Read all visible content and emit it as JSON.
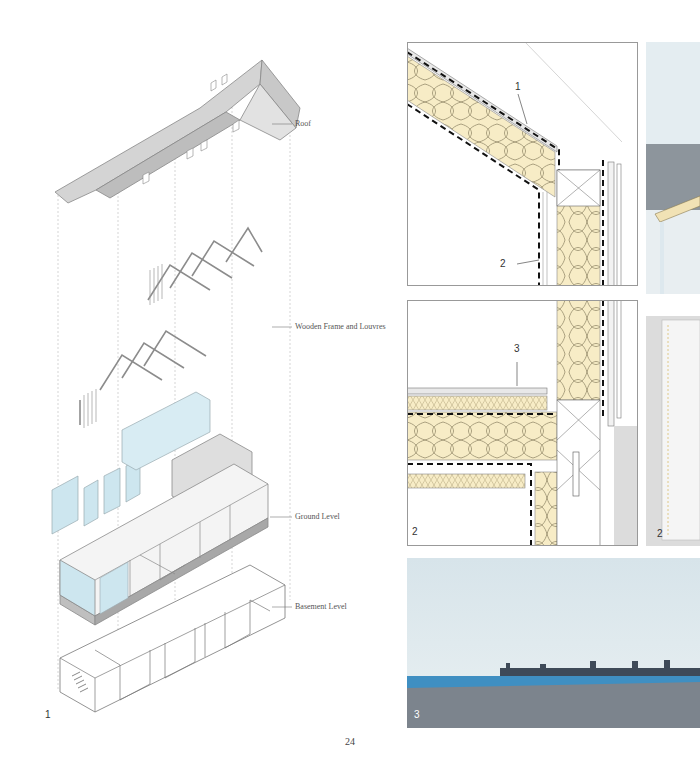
{
  "diagram": {
    "labels": [
      "Roof",
      "Wooden Frame and Louvres",
      "Ground Level",
      "Basement Level",
      "1",
      "1",
      "2",
      "3",
      "2",
      "2",
      "3",
      "24"
    ]
  }
}
